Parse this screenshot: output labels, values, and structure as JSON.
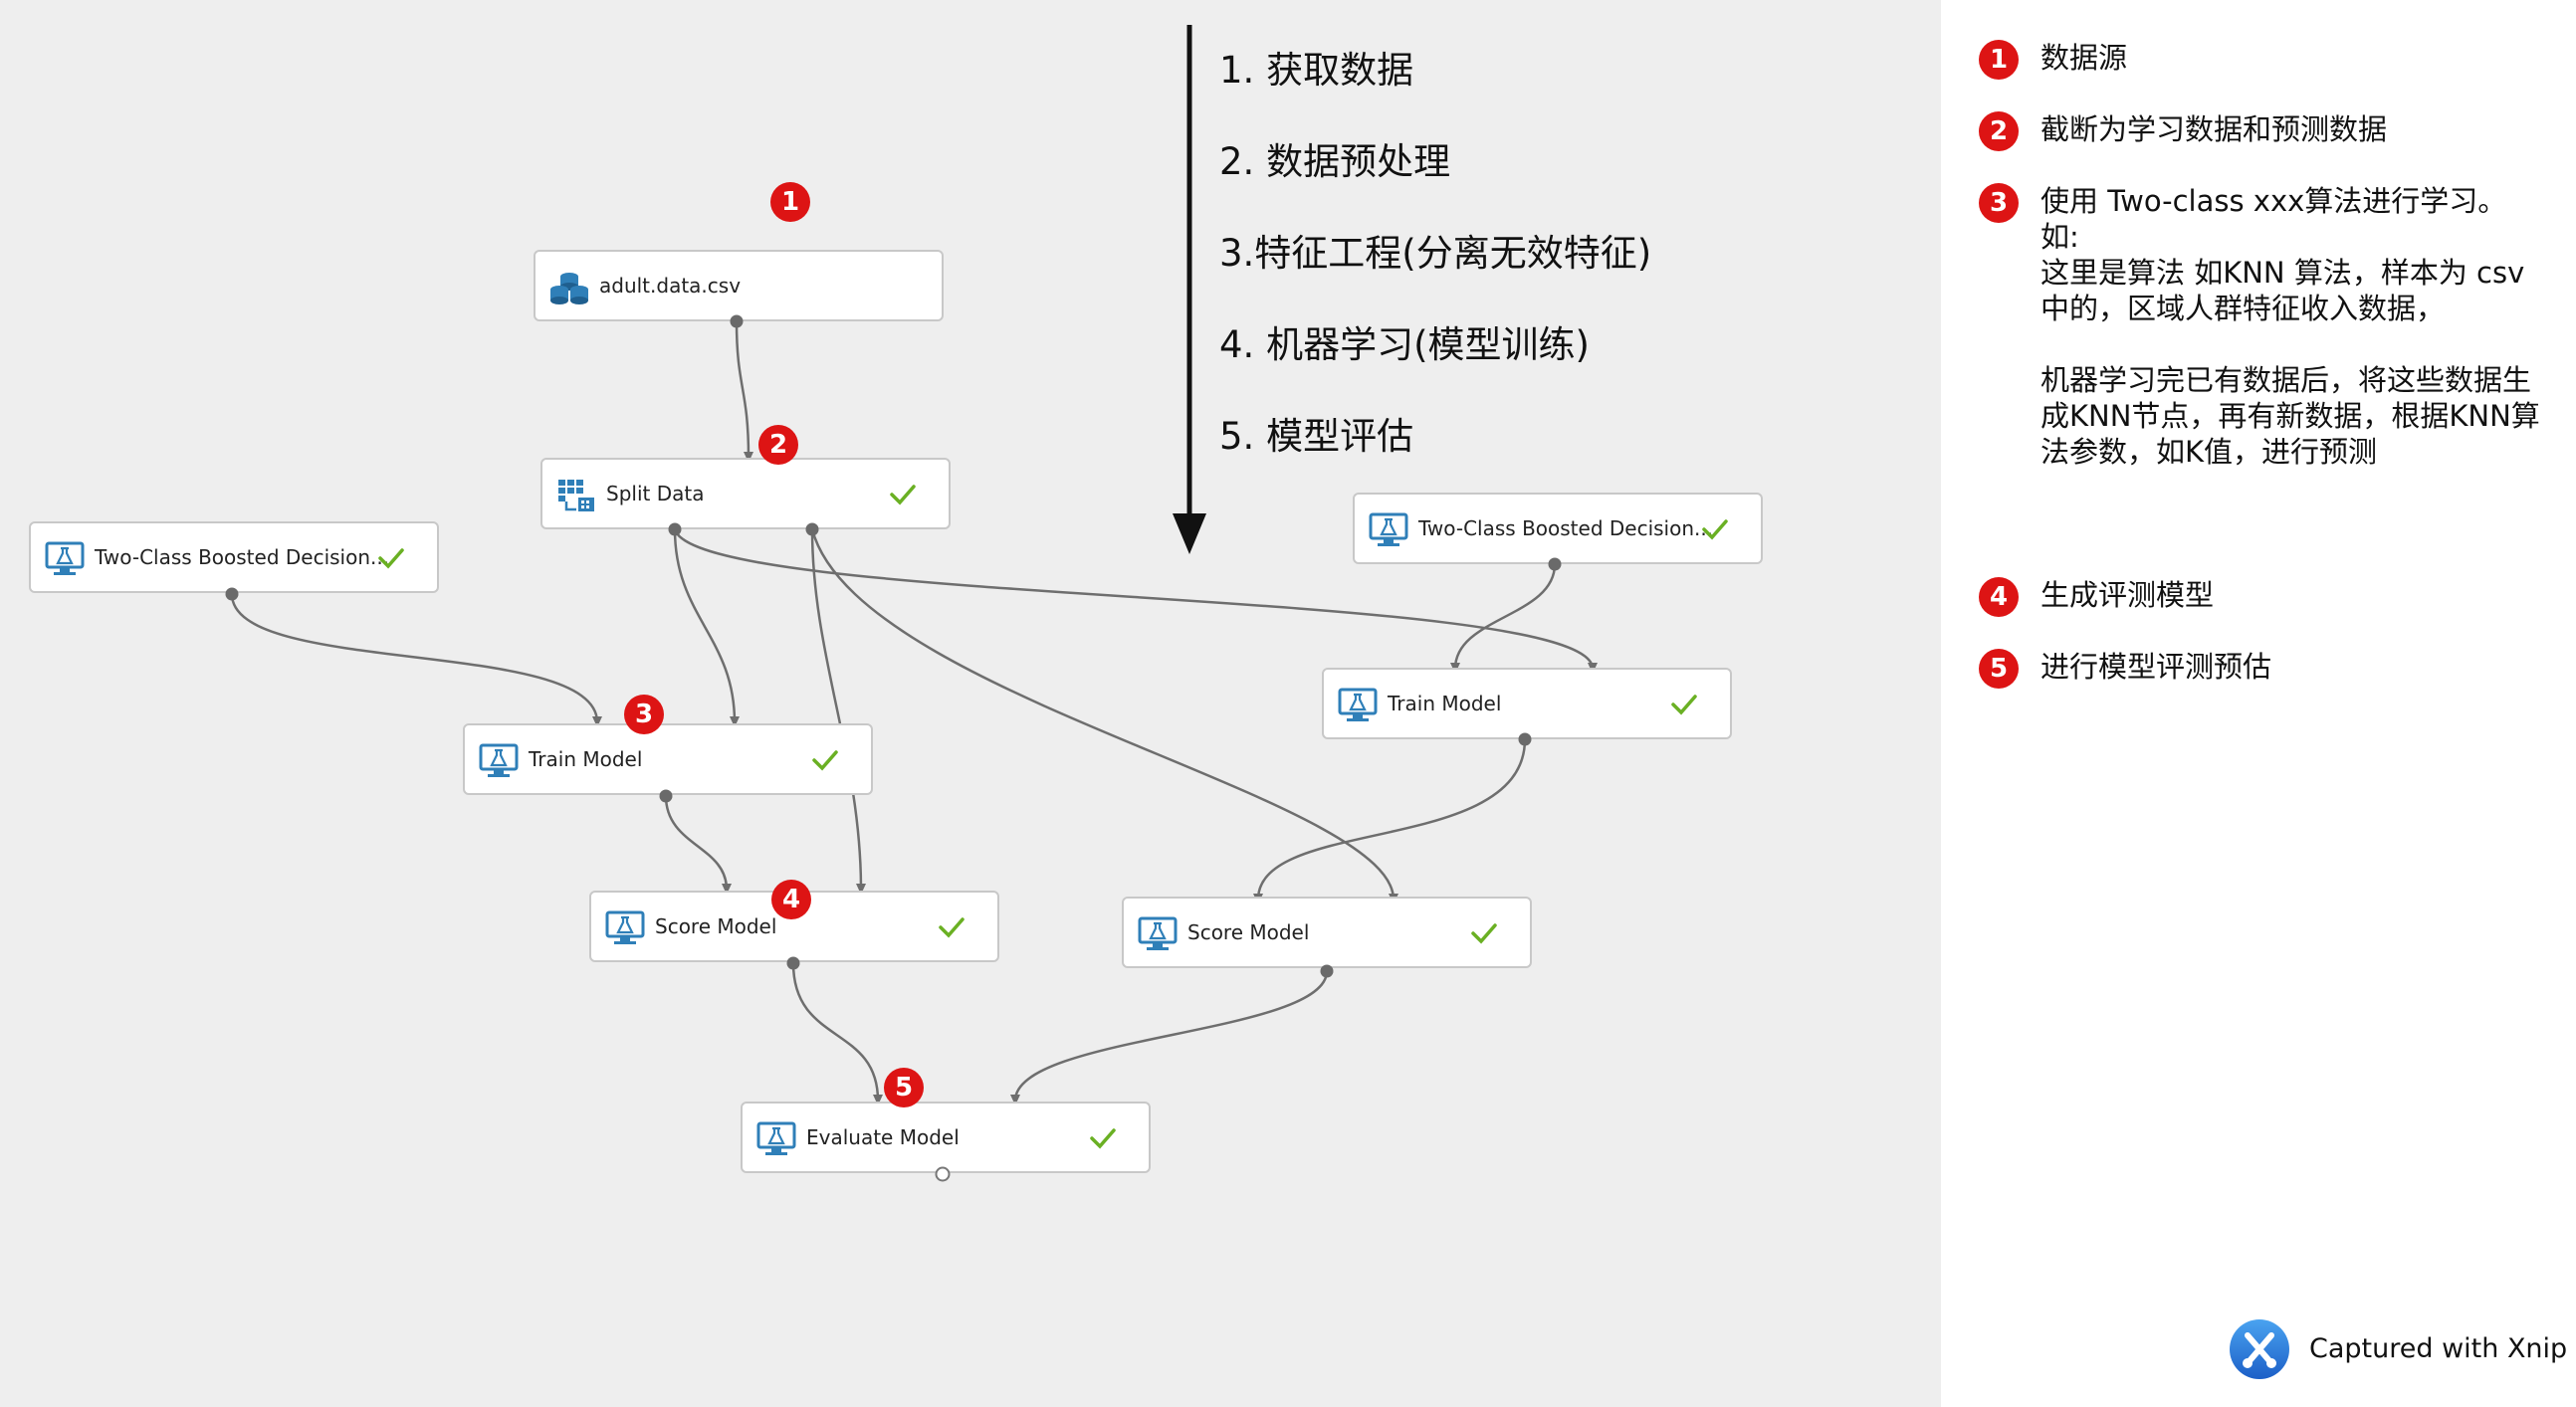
{
  "steps": [
    "1. 获取数据",
    "2. 数据预处理",
    "3.特征工程(分离无效特征)",
    "4. 机器学习(模型训练)",
    "5. 模型评估"
  ],
  "nodes": {
    "dataset": {
      "label": "adult.data.csv",
      "icon": "database-icon"
    },
    "split": {
      "label": "Split Data",
      "icon": "split-data-icon"
    },
    "algo_left": {
      "label": "Two-Class Boosted Decision...",
      "icon": "model-icon"
    },
    "algo_right": {
      "label": "Two-Class Boosted Decision...",
      "icon": "model-icon"
    },
    "train_left": {
      "label": "Train Model",
      "icon": "model-icon"
    },
    "train_right": {
      "label": "Train Model",
      "icon": "model-icon"
    },
    "score_left": {
      "label": "Score Model",
      "icon": "model-icon"
    },
    "score_right": {
      "label": "Score Model",
      "icon": "model-icon"
    },
    "evaluate": {
      "label": "Evaluate Model",
      "icon": "model-icon"
    }
  },
  "badges": [
    "1",
    "2",
    "3",
    "4",
    "5"
  ],
  "legend": [
    {
      "num": "1",
      "text": "数据源"
    },
    {
      "num": "2",
      "text": "截断为学习数据和预测数据"
    },
    {
      "num": "3",
      "text": "使用 Two-class xxx算法进行学习。\n如:\n这里是算法 如KNN 算法，样本为 csv 中的，区域人群特征收入数据，\n\n机器学习完已有数据后，将这些数据生成KNN节点，再有新数据，根据KNN算法参数，如K值，进行预测"
    },
    {
      "num": "4",
      "text": "生成评测模型"
    },
    {
      "num": "5",
      "text": "进行模型评测预估"
    }
  ],
  "watermark": "Captured with Xnip",
  "colors": {
    "badge": "#dd1414",
    "check": "#6ab023",
    "icon": "#2f7fb8",
    "edge": "#6e6e6e"
  }
}
